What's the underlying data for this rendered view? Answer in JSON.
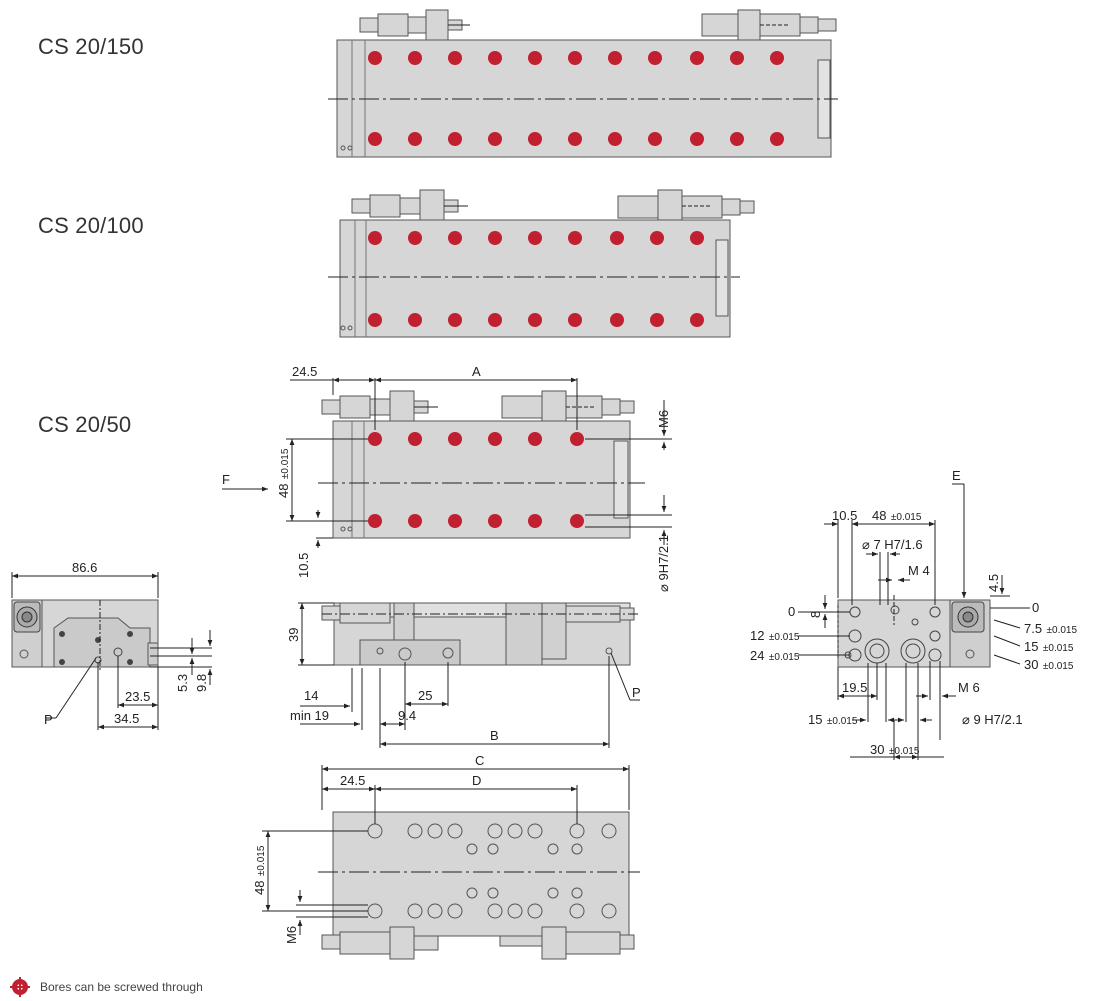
{
  "models": {
    "m150": "CS 20/150",
    "m100": "CS 20/100",
    "m50": "CS 20/50"
  },
  "legend": {
    "text": "Bores can be screwed through"
  },
  "colors": {
    "body": "#d6d6d6",
    "outline": "#555555",
    "bore": "#c0202f",
    "line": "#222222"
  },
  "dims": {
    "d24_5_top": "24.5",
    "A": "A",
    "M6_top": "M6",
    "F": "F",
    "d48_left": "48",
    "tol_015": "±0.015",
    "d10_5_left": "10.5",
    "d9H7": "9H7/2.1",
    "d39": "39",
    "d14": "14",
    "min19": "min 19",
    "d25": "25",
    "d9_4": "9.4",
    "P": "P",
    "B": "B",
    "C": "C",
    "D": "D",
    "d24_5_bot": "24.5",
    "d48_bot": "48",
    "M6_bot": "M6",
    "d86_6": "86.6",
    "d23_5": "23.5",
    "d34_5": "34.5",
    "d5_3": "5.3",
    "d9_8": "9.8",
    "E": "E",
    "r10_5": "10.5",
    "r48": "48",
    "r7H7": "7 H7/1.6",
    "rM4": "M 4",
    "r4_5": "4.5",
    "r0a": "0",
    "r8": "8",
    "r0b": "0",
    "r12": "12",
    "r24": "24",
    "r7_5": "7.5",
    "r15": "15",
    "r30": "30",
    "r19_5": "19.5",
    "rM6": "M 6",
    "r15b": "15",
    "r9H7": "9 H7/2.1",
    "r30b": "30"
  }
}
